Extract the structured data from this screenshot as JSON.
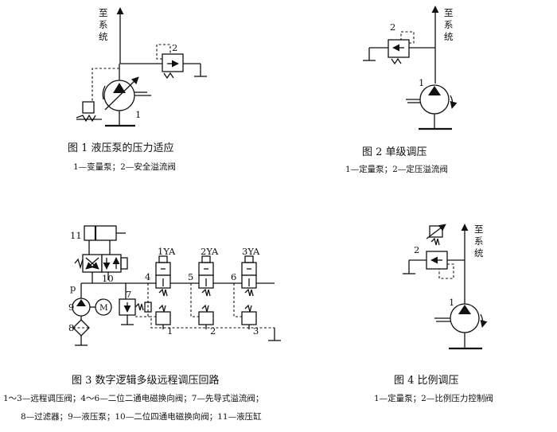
{
  "fig1": {
    "to_system": "至\n系\n统",
    "num_1": "1",
    "num_2": "2",
    "caption": "图  1    液压泵的压力适应",
    "legend": "1—变量泵；2—安全溢流阀"
  },
  "fig2": {
    "to_system": "至\n系\n统",
    "num_1": "1",
    "num_2": "2",
    "caption": "图  2    单级调压",
    "legend": "1—定量泵；2—定压溢流阀"
  },
  "fig3": {
    "labels": {
      "n11": "11",
      "n10": "10",
      "n9": "9",
      "n8": "8",
      "n7": "7",
      "p": "p",
      "n4": "4",
      "n5": "5",
      "n6": "6",
      "ya1": "1YA",
      "ya2": "2YA",
      "ya3": "3YA",
      "r1": "1",
      "r2": "2",
      "r3": "3",
      "motor": "M"
    },
    "caption": "图  3    数字逻辑多级远程调压回路",
    "legend_line1": "1～3—远程调压阀；4～6—二位二通电磁换向阀；7—先导式溢流阀；",
    "legend_line2": "8—过滤器；9—液压泵；10—二位四通电磁换向阀；11—液压缸"
  },
  "fig4": {
    "to_system": "至\n系\n统",
    "num_1": "1",
    "num_2": "2",
    "caption": "图  4    比例调压",
    "legend": "1—定量泵；2—比例压力控制阀"
  }
}
